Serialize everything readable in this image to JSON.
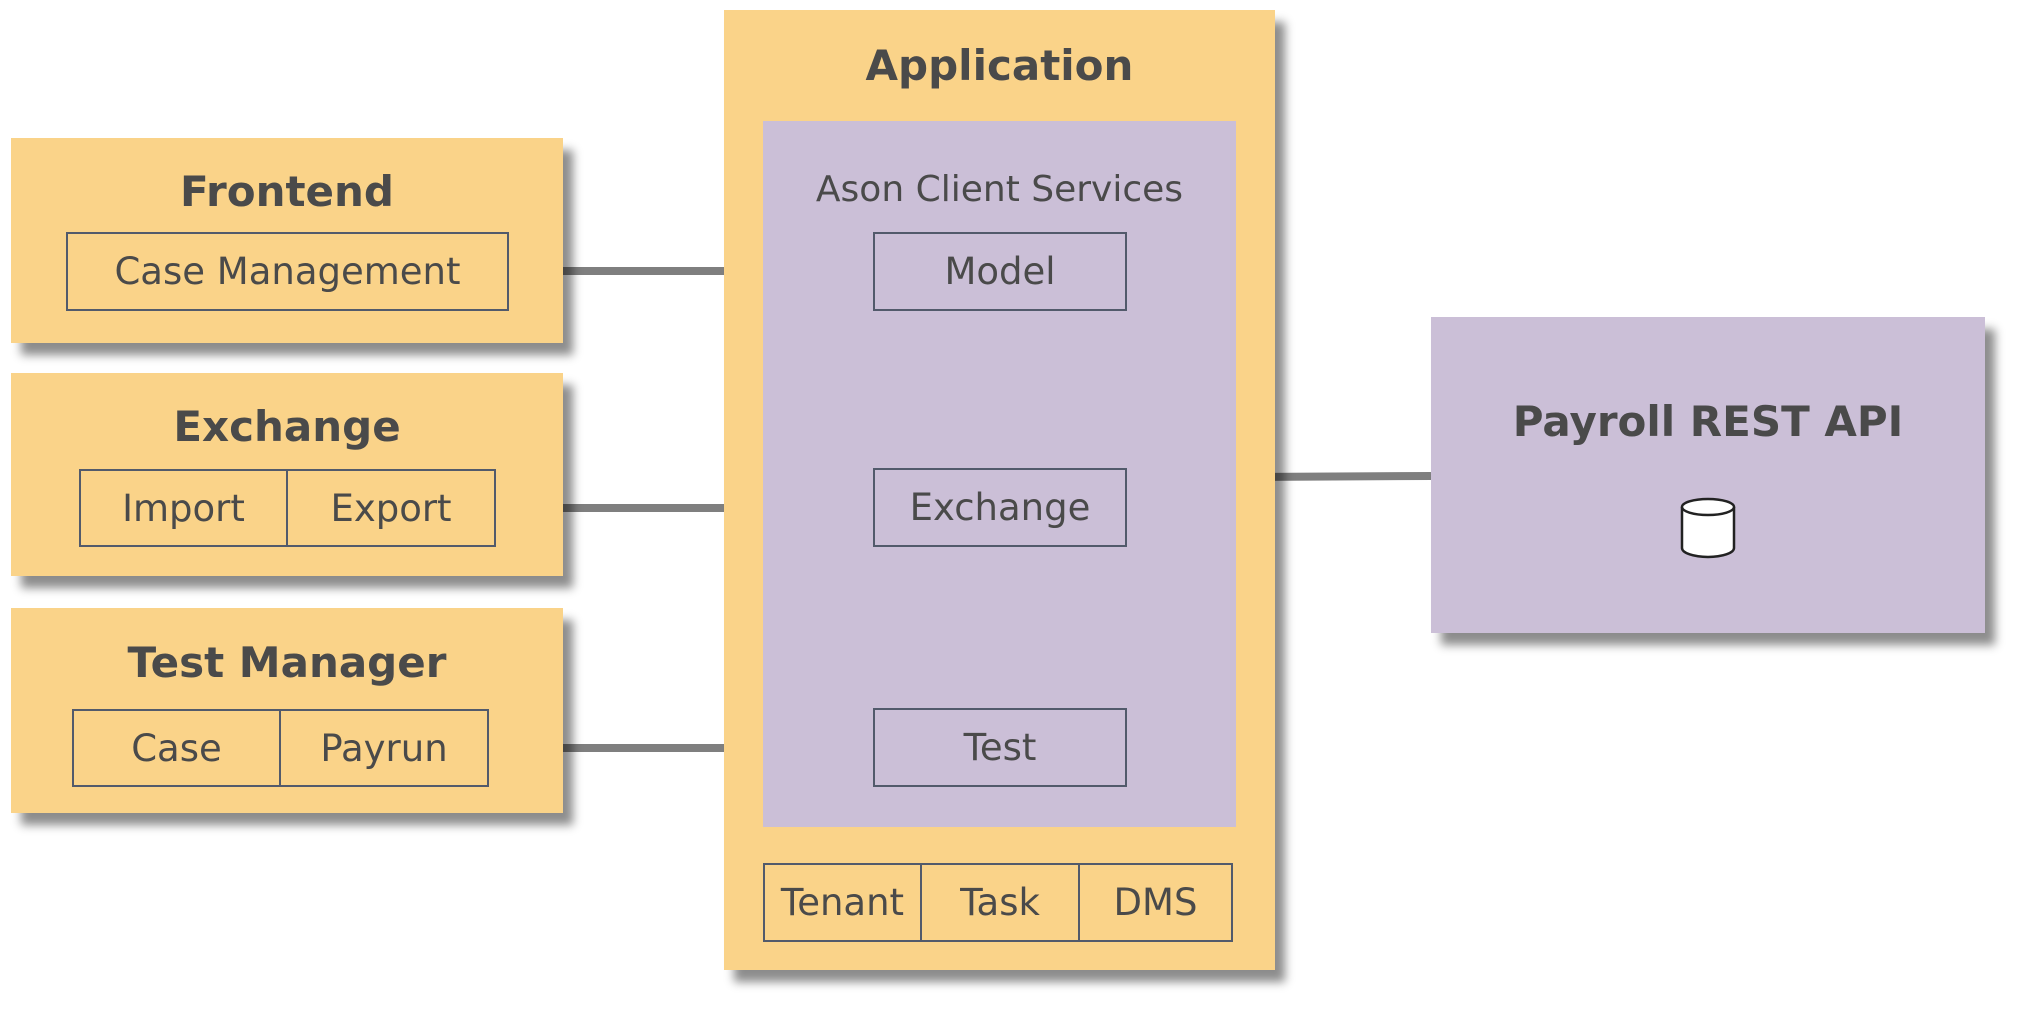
{
  "frontend": {
    "title": "Frontend",
    "case_management": "Case Management"
  },
  "exchange_group": {
    "title": "Exchange",
    "import": "Import",
    "export": "Export"
  },
  "test_manager": {
    "title": "Test Manager",
    "case": "Case",
    "payrun": "Payrun"
  },
  "application": {
    "title": "Application",
    "client_services": {
      "title": "Ason Client Services",
      "model": "Model",
      "exchange": "Exchange",
      "test": "Test"
    },
    "bottom_items": [
      "Tenant",
      "Task",
      "DMS"
    ]
  },
  "payroll_api": {
    "title": "Payroll REST API",
    "icon": "database-icon"
  },
  "colors": {
    "panel_yellow": "#fad389",
    "panel_purple": "#cbbfd7",
    "connector_gray": "#7f7f7f",
    "text": "#4a4a4a",
    "box_border": "#525a6b"
  }
}
